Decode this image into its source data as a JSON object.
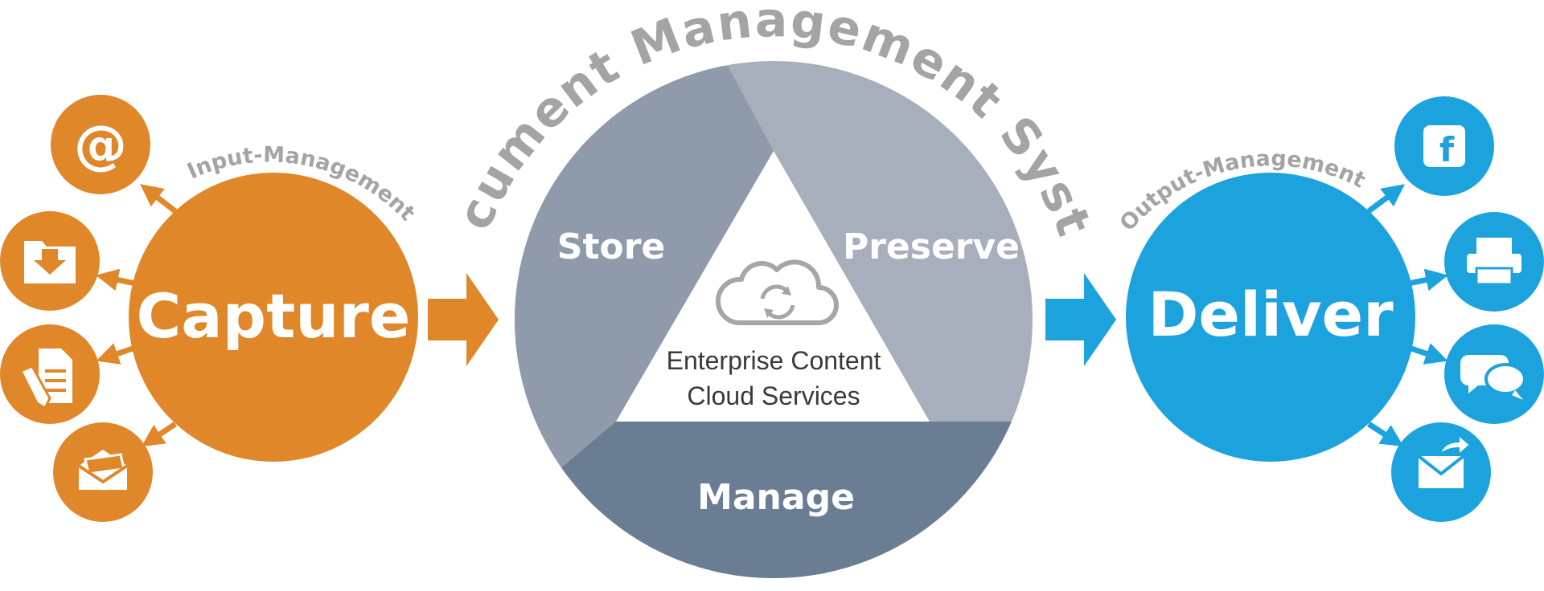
{
  "title": "Document Management System",
  "capture": {
    "label": "Capture",
    "arc_label": "Input-Management",
    "color": "#E0872A",
    "icons": [
      "at-sign-icon",
      "folder-download-icon",
      "document-edit-icon",
      "envelope-open-icon"
    ]
  },
  "dms": {
    "segments": {
      "store": "Store",
      "preserve": "Preserve",
      "manage": "Manage"
    },
    "center_line1": "Enterprise Content",
    "center_line2": "Cloud Services",
    "colors": {
      "store": "#8F9BAB",
      "preserve": "#A8AFBC",
      "manage": "#6A7D93",
      "cloud": "#A6A6A6"
    }
  },
  "deliver": {
    "label": "Deliver",
    "arc_label": "Output-Management",
    "color": "#1CA3DD",
    "icons": [
      "facebook-icon",
      "printer-icon",
      "chat-bubbles-icon",
      "email-send-icon"
    ]
  },
  "colors": {
    "title": "#A4A4A4",
    "arrow_left": "#E0872A",
    "arrow_right": "#1CA3DD"
  }
}
